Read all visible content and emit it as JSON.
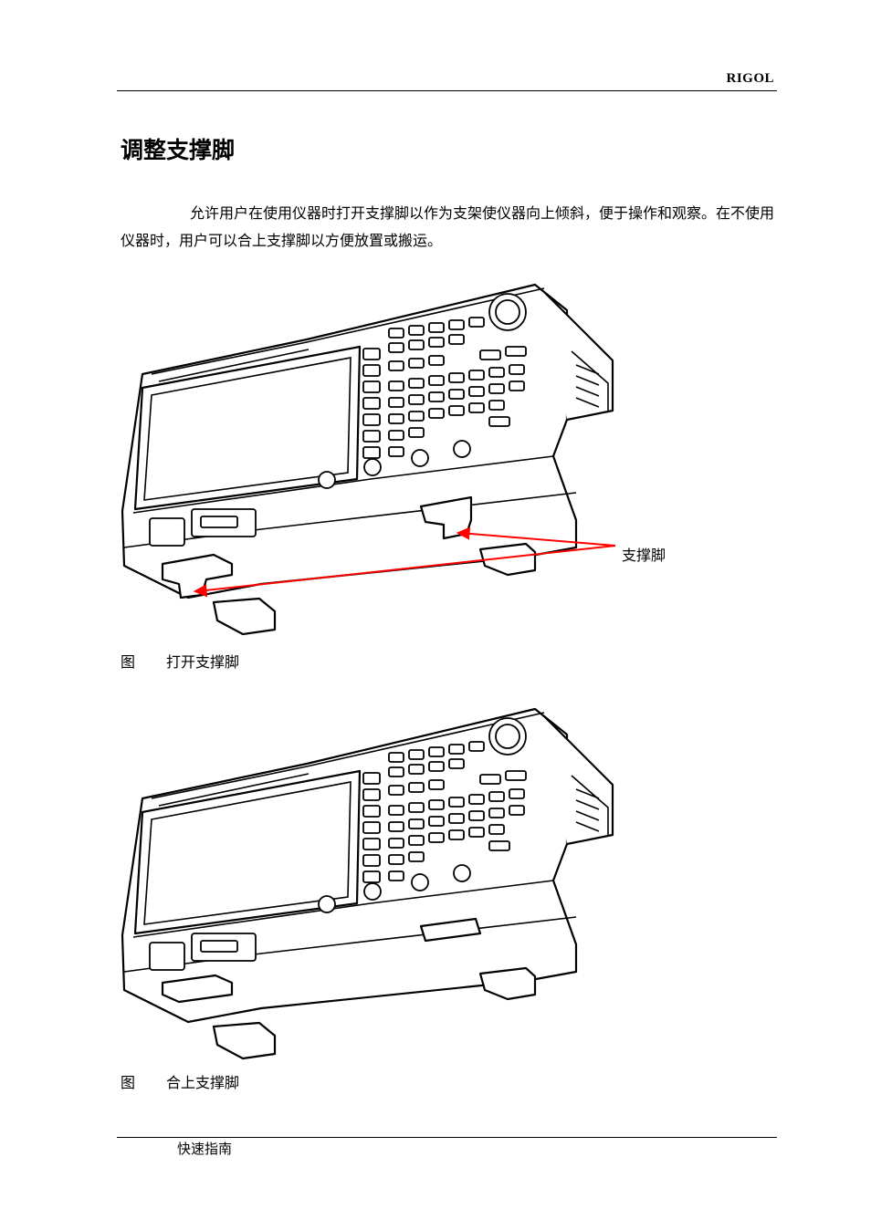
{
  "header": {
    "brand": "RIGOL"
  },
  "section": {
    "title": "调整支撑脚"
  },
  "body_text": "允许用户在使用仪器时打开支撑脚以作为支架使仪器向上倾斜，便于操作和观察。在不使用仪器时，用户可以合上支撑脚以方便放置或搬运。",
  "figures": [
    {
      "caption_prefix": "图",
      "caption": "打开支撑脚",
      "callout": "支撑脚",
      "callout_color": "#ff0000"
    },
    {
      "caption_prefix": "图",
      "caption": "合上支撑脚"
    }
  ],
  "footer": {
    "text": "快速指南"
  }
}
